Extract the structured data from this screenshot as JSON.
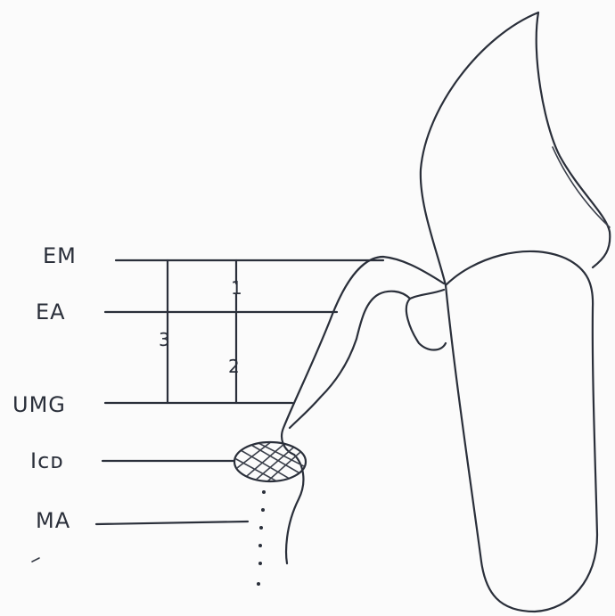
{
  "labels": {
    "em": "EM",
    "ea": "EA",
    "umg": "UMG",
    "ios": "Iᴄᴅ",
    "ma": "MA"
  },
  "measurements": {
    "three": "3",
    "two": "2",
    "one": "1"
  }
}
